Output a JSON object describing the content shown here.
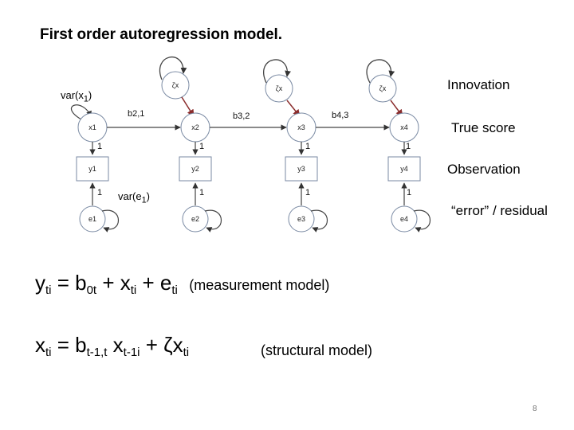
{
  "title": "First order autoregression model.",
  "diagram": {
    "innovations": [
      {
        "label": "ζx"
      },
      {
        "label": "ζx"
      },
      {
        "label": "ζx"
      }
    ],
    "true_scores": [
      {
        "label": "x1"
      },
      {
        "label": "x2"
      },
      {
        "label": "x3"
      },
      {
        "label": "x4"
      }
    ],
    "observations": [
      {
        "label": "y1"
      },
      {
        "label": "y2"
      },
      {
        "label": "y3"
      },
      {
        "label": "y4"
      }
    ],
    "residuals": [
      {
        "label": "e1"
      },
      {
        "label": "e2"
      },
      {
        "label": "e3"
      },
      {
        "label": "e4"
      }
    ],
    "ar_paths": [
      "b2,1",
      "b3,2",
      "b4,3"
    ],
    "loading_labels": [
      "1",
      "1",
      "1",
      "1"
    ],
    "residual_path_labels": [
      "1",
      "1",
      "1",
      "1"
    ],
    "var_x1": {
      "prefix": "var(x",
      "sub": "1",
      "suffix": ")"
    },
    "var_e1": {
      "prefix": "var(e",
      "sub": "1",
      "suffix": ")"
    }
  },
  "legend": {
    "innovation": "Innovation",
    "true_score": "True score",
    "observation": "Observation",
    "residual": "“error” / residual"
  },
  "equations": {
    "measurement": {
      "y": "y",
      "y_sub": "ti",
      "eq": " = b",
      "b_sub": "0t",
      "plus_x": " + x",
      "x_sub": "ti",
      "plus_e": " + e",
      "e_sub": "ti",
      "note": "(measurement model)"
    },
    "structural": {
      "x": "x",
      "x_sub": "ti",
      "eq": " = b",
      "b_sub": "t-1,t",
      "x2": " x",
      "x2_sub": "t-1i",
      "plus_zeta": " + ζx",
      "zeta_sub": "ti",
      "note": "(structural model)"
    }
  },
  "page_number": "8"
}
